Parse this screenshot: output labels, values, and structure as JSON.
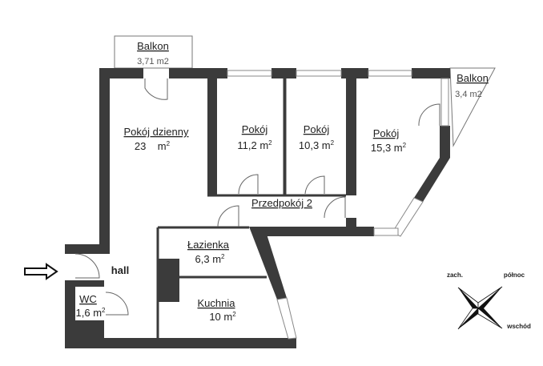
{
  "balcony_top": {
    "label": "Balkon",
    "area": "3,71 m2"
  },
  "balcony_right": {
    "label": "Balkon",
    "area": "3,4 m2"
  },
  "living_room": {
    "label": "Pokój dzienny",
    "area": "23    m",
    "sup": "2"
  },
  "room_1": {
    "label": "Pokój",
    "area": "11,2 m",
    "sup": "2"
  },
  "room_2": {
    "label": "Pokój",
    "area": "10,3 m",
    "sup": "2"
  },
  "room_3": {
    "label": "Pokój",
    "area": "15,3 m",
    "sup": "2"
  },
  "hallway_2": {
    "label": "Przedpokój 2"
  },
  "bathroom": {
    "label": "Łazienka",
    "area": "6,3 m",
    "sup": "2"
  },
  "hall": {
    "label": "hall"
  },
  "wc": {
    "label": "WC",
    "area": "1,6 m",
    "sup": "2"
  },
  "kitchen": {
    "label": "Kuchnia",
    "area": "10 m",
    "sup": "2"
  },
  "compass": {
    "west": "zach.",
    "north": "północ",
    "east": "wschód"
  },
  "entrance_icon": "arrow-right-icon"
}
